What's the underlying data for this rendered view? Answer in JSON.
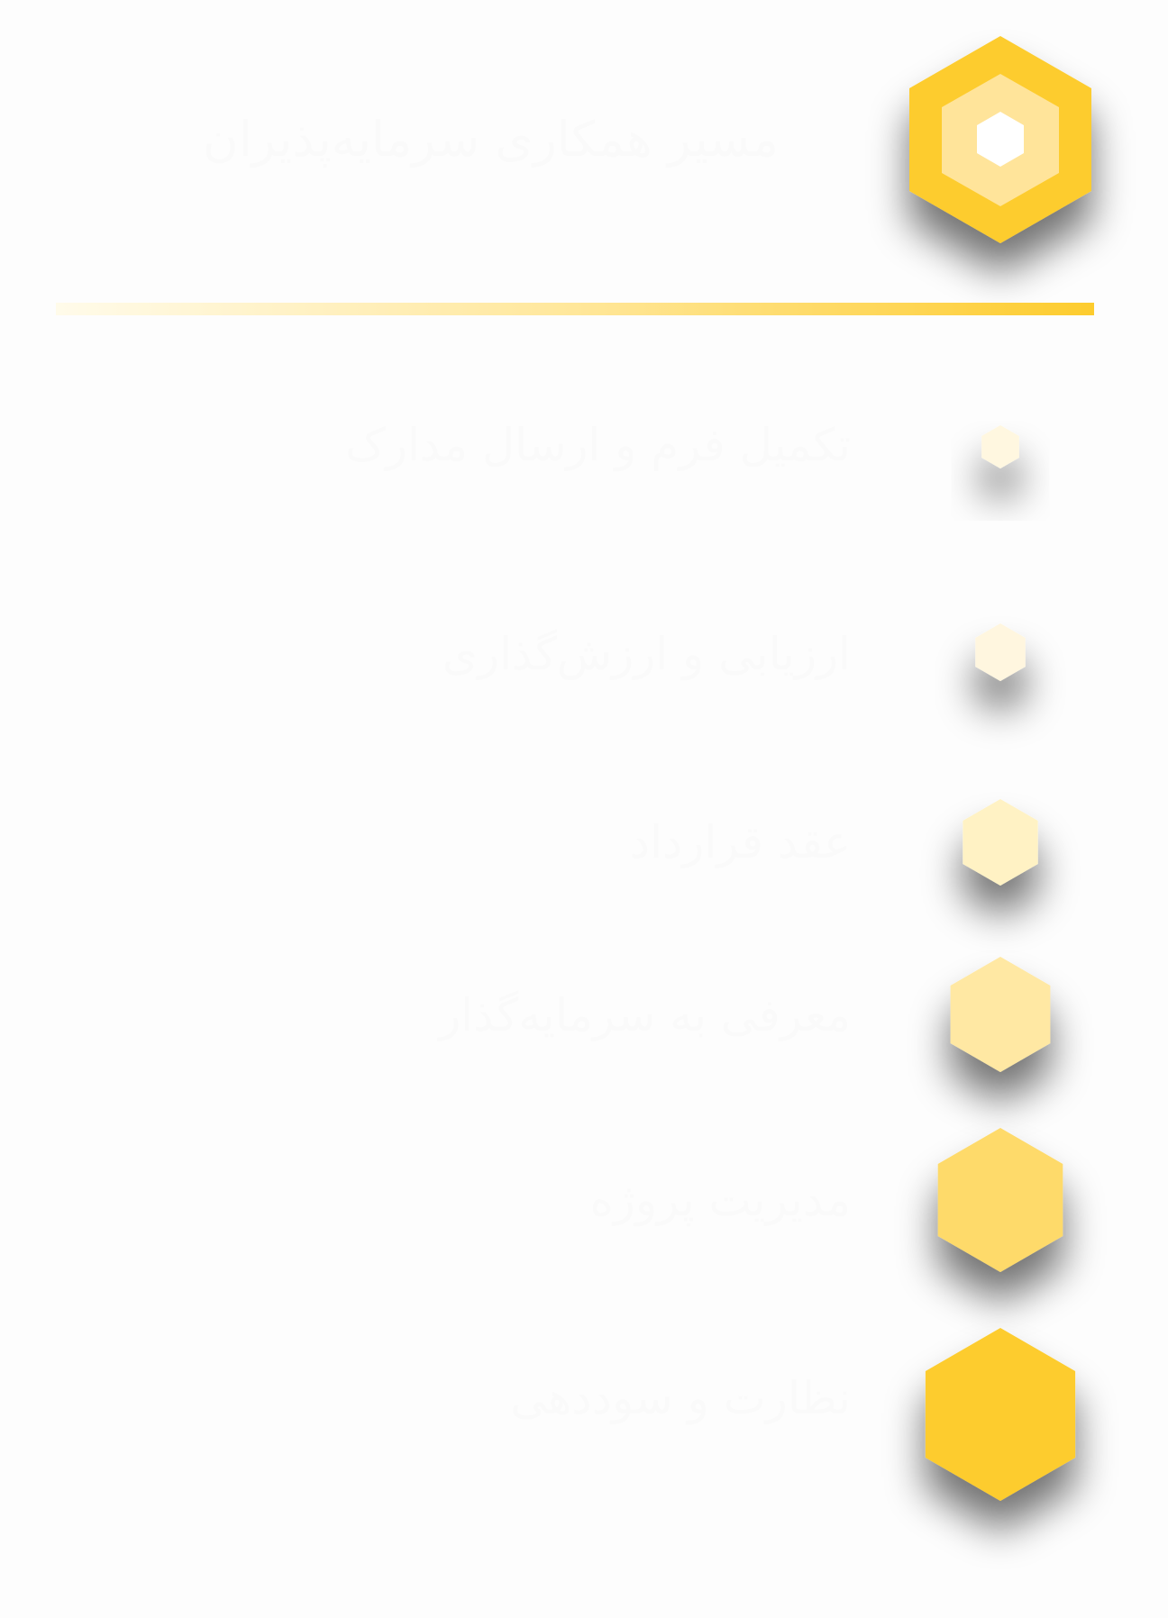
{
  "header": {
    "title": "مسیر همکاری سرمایه‌پذیران",
    "logo_icon": "hexagon-logo-icon",
    "colors": {
      "outer": "#fdcc2e",
      "middle": "#ffe49a",
      "inner": "#ffffff"
    }
  },
  "divider": {
    "gradient_start": "#fffbea",
    "gradient_end": "#fdcc2e"
  },
  "steps": [
    {
      "label": "تکمیل فرم و ارسال مدارک",
      "icon": "hexagon-step-icon",
      "color": "#fff7e0"
    },
    {
      "label": "ارزیابی و ارزش‌گذاری",
      "icon": "hexagon-step-icon",
      "color": "#fff6df"
    },
    {
      "label": "عقد قرارداد",
      "icon": "hexagon-step-icon",
      "color": "#fff2c4"
    },
    {
      "label": "معرفی به سرمایه‌گذار",
      "icon": "hexagon-step-icon",
      "color": "#ffe8a3"
    },
    {
      "label": "مدیریت پروژه",
      "icon": "hexagon-step-icon",
      "color": "#feda6b"
    },
    {
      "label": "نظارت و سوددهی",
      "icon": "hexagon-step-icon",
      "color": "#fdcc2e"
    }
  ]
}
